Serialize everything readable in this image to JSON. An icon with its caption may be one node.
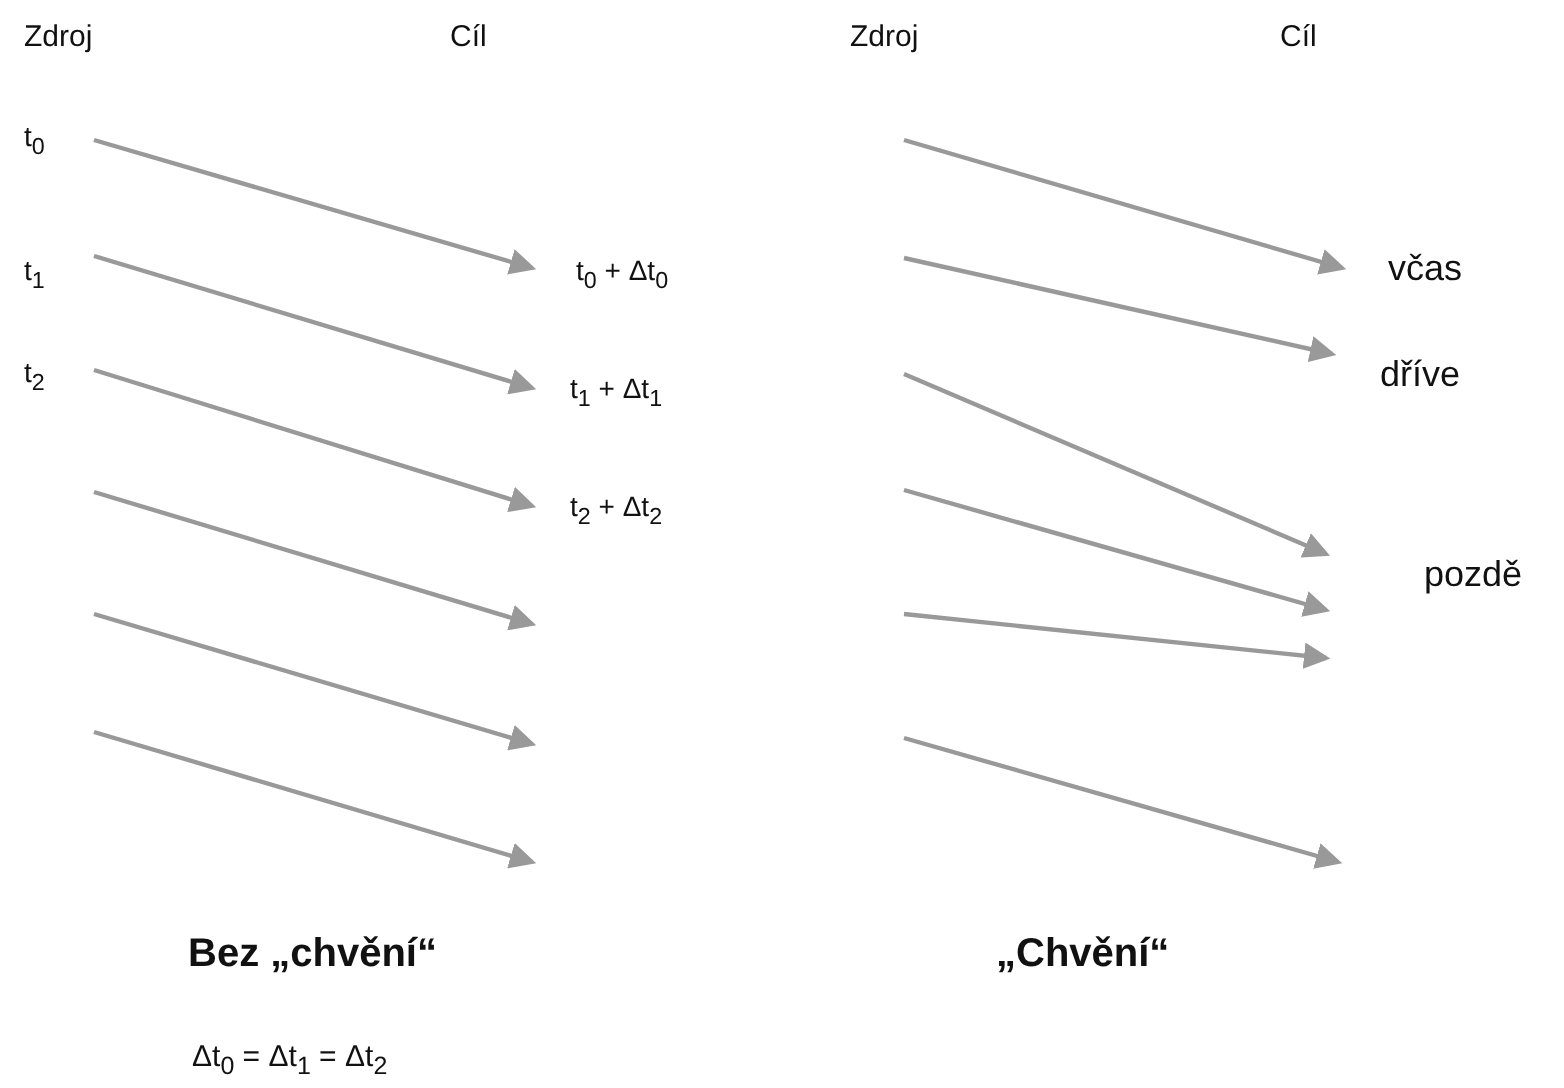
{
  "diagram": {
    "labels": [
      "Zdroj",
      "Cíl",
      "Zdroj",
      "Cíl",
      "t$_{0}$",
      "t$_{1}$",
      "t$_{0}$ + Δt$_{0}$",
      "včas",
      "t$_{2}$",
      "dříve",
      "t$_{1}$ + Δt$_{1}$",
      "t$_{2}$ + Δt$_{2}$",
      "pozdě",
      "Bez „chvění“",
      "„Chvění“",
      "Δt$_{0}$ = Δt$_{1}$ = Δt$_{2}$"
    ]
  }
}
